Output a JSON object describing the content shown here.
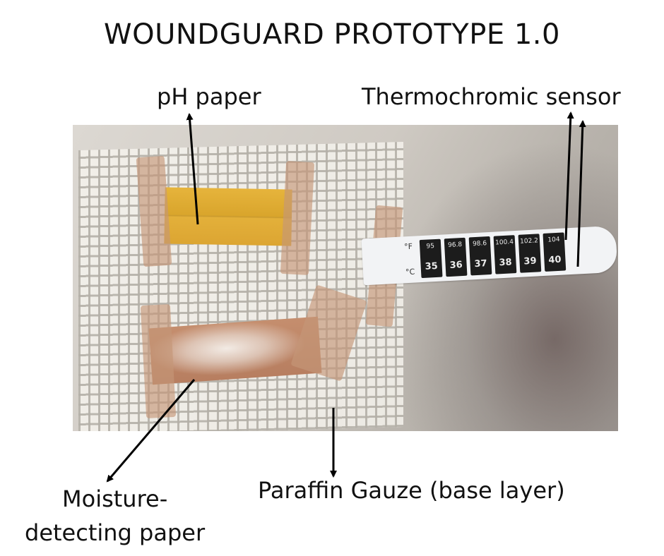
{
  "title": "WOUNDGUARD PROTOTYPE 1.0",
  "labels": {
    "ph_paper": "pH paper",
    "thermo": "Thermochromic sensor",
    "moisture_line1": "Moisture-",
    "moisture_line2": "detecting paper",
    "gauze": "Paraffin Gauze (base layer)"
  },
  "sensor": {
    "unit_f": "°F",
    "unit_c": "°C",
    "fahrenheit": [
      "95",
      "96.8",
      "98.6",
      "100.4",
      "102.2",
      "104"
    ],
    "celsius": [
      "35",
      "36",
      "37",
      "38",
      "39",
      "40"
    ]
  },
  "colors": {
    "ph_paper": "#e0ab33",
    "moisture_paper": "#c08a69",
    "tape": "#c49678",
    "gauze": "#f4f2ec",
    "strip_cells": "#1c1c1c"
  }
}
